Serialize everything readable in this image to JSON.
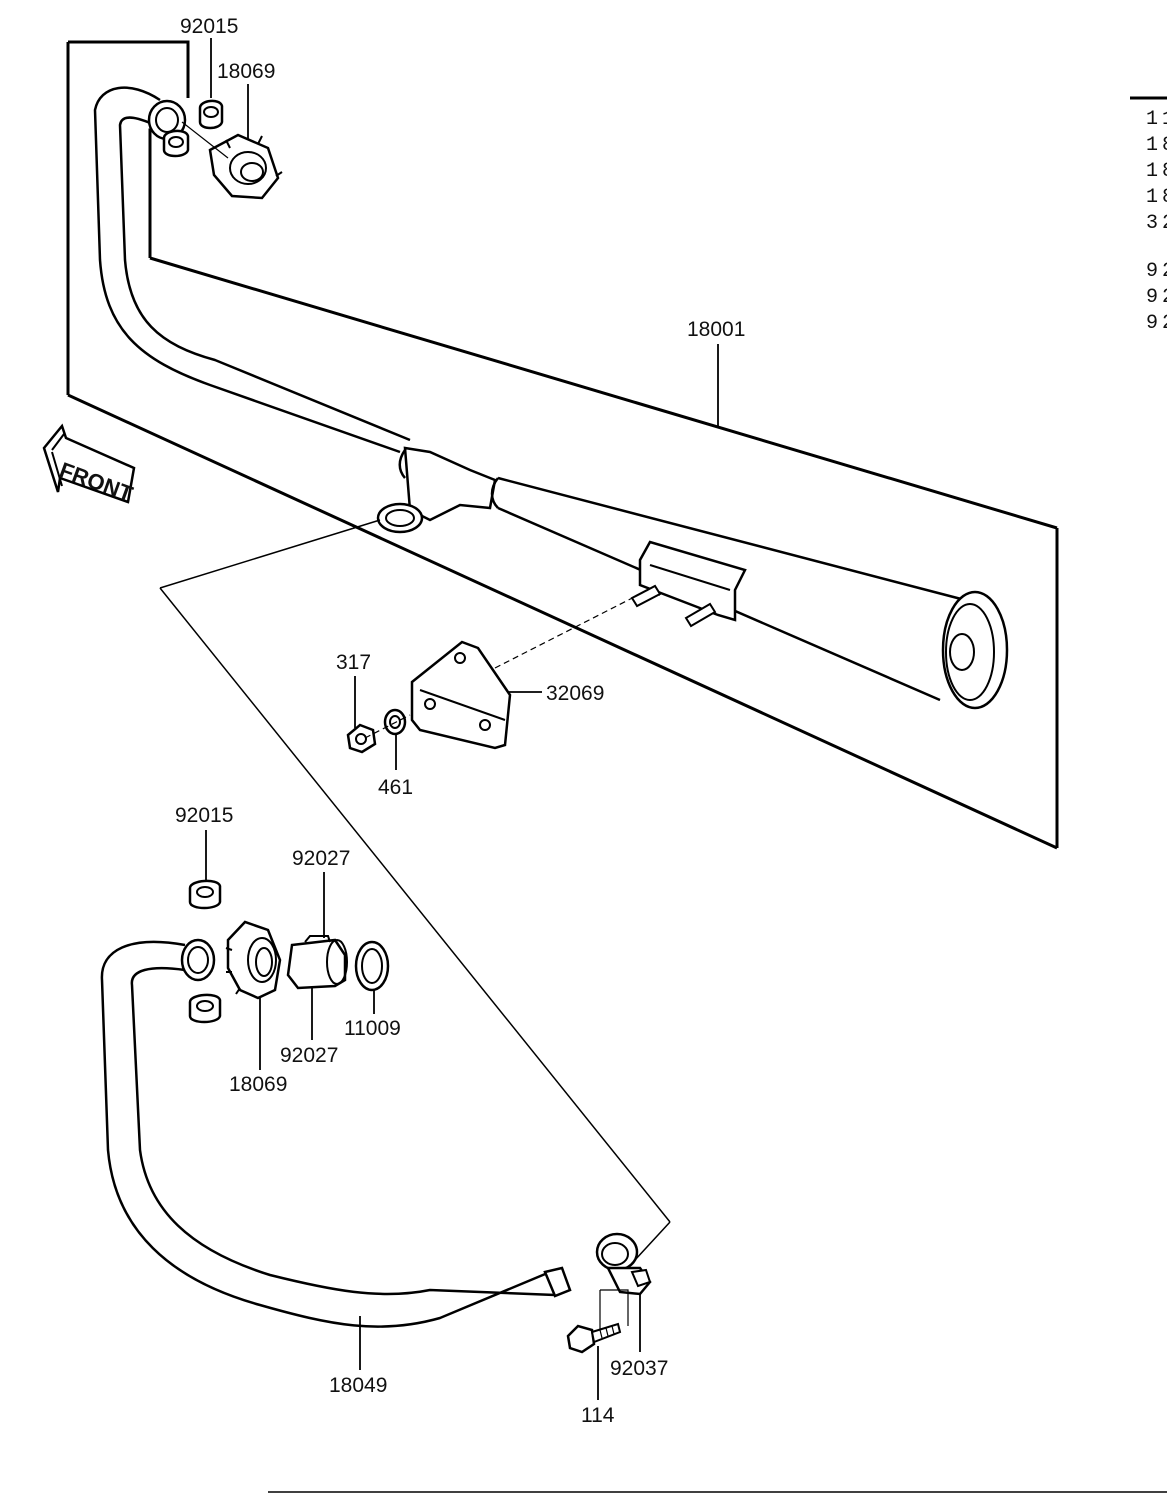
{
  "diagram": {
    "orientation_label": "FRONT",
    "callouts": [
      {
        "id": "c1",
        "text": "92015"
      },
      {
        "id": "c2",
        "text": "18069"
      },
      {
        "id": "c3",
        "text": "18001"
      },
      {
        "id": "c4",
        "text": "317"
      },
      {
        "id": "c5",
        "text": "32069"
      },
      {
        "id": "c6",
        "text": "461"
      },
      {
        "id": "c7",
        "text": "92015"
      },
      {
        "id": "c8",
        "text": "92027"
      },
      {
        "id": "c9",
        "text": "92027"
      },
      {
        "id": "c10",
        "text": "11009"
      },
      {
        "id": "c11",
        "text": "18069"
      },
      {
        "id": "c12",
        "text": "18049"
      },
      {
        "id": "c13",
        "text": "92037"
      },
      {
        "id": "c14",
        "text": "114"
      }
    ],
    "legend_fragments": [
      "11",
      "18",
      "18",
      "18",
      "32",
      "92",
      "92",
      "92"
    ]
  }
}
